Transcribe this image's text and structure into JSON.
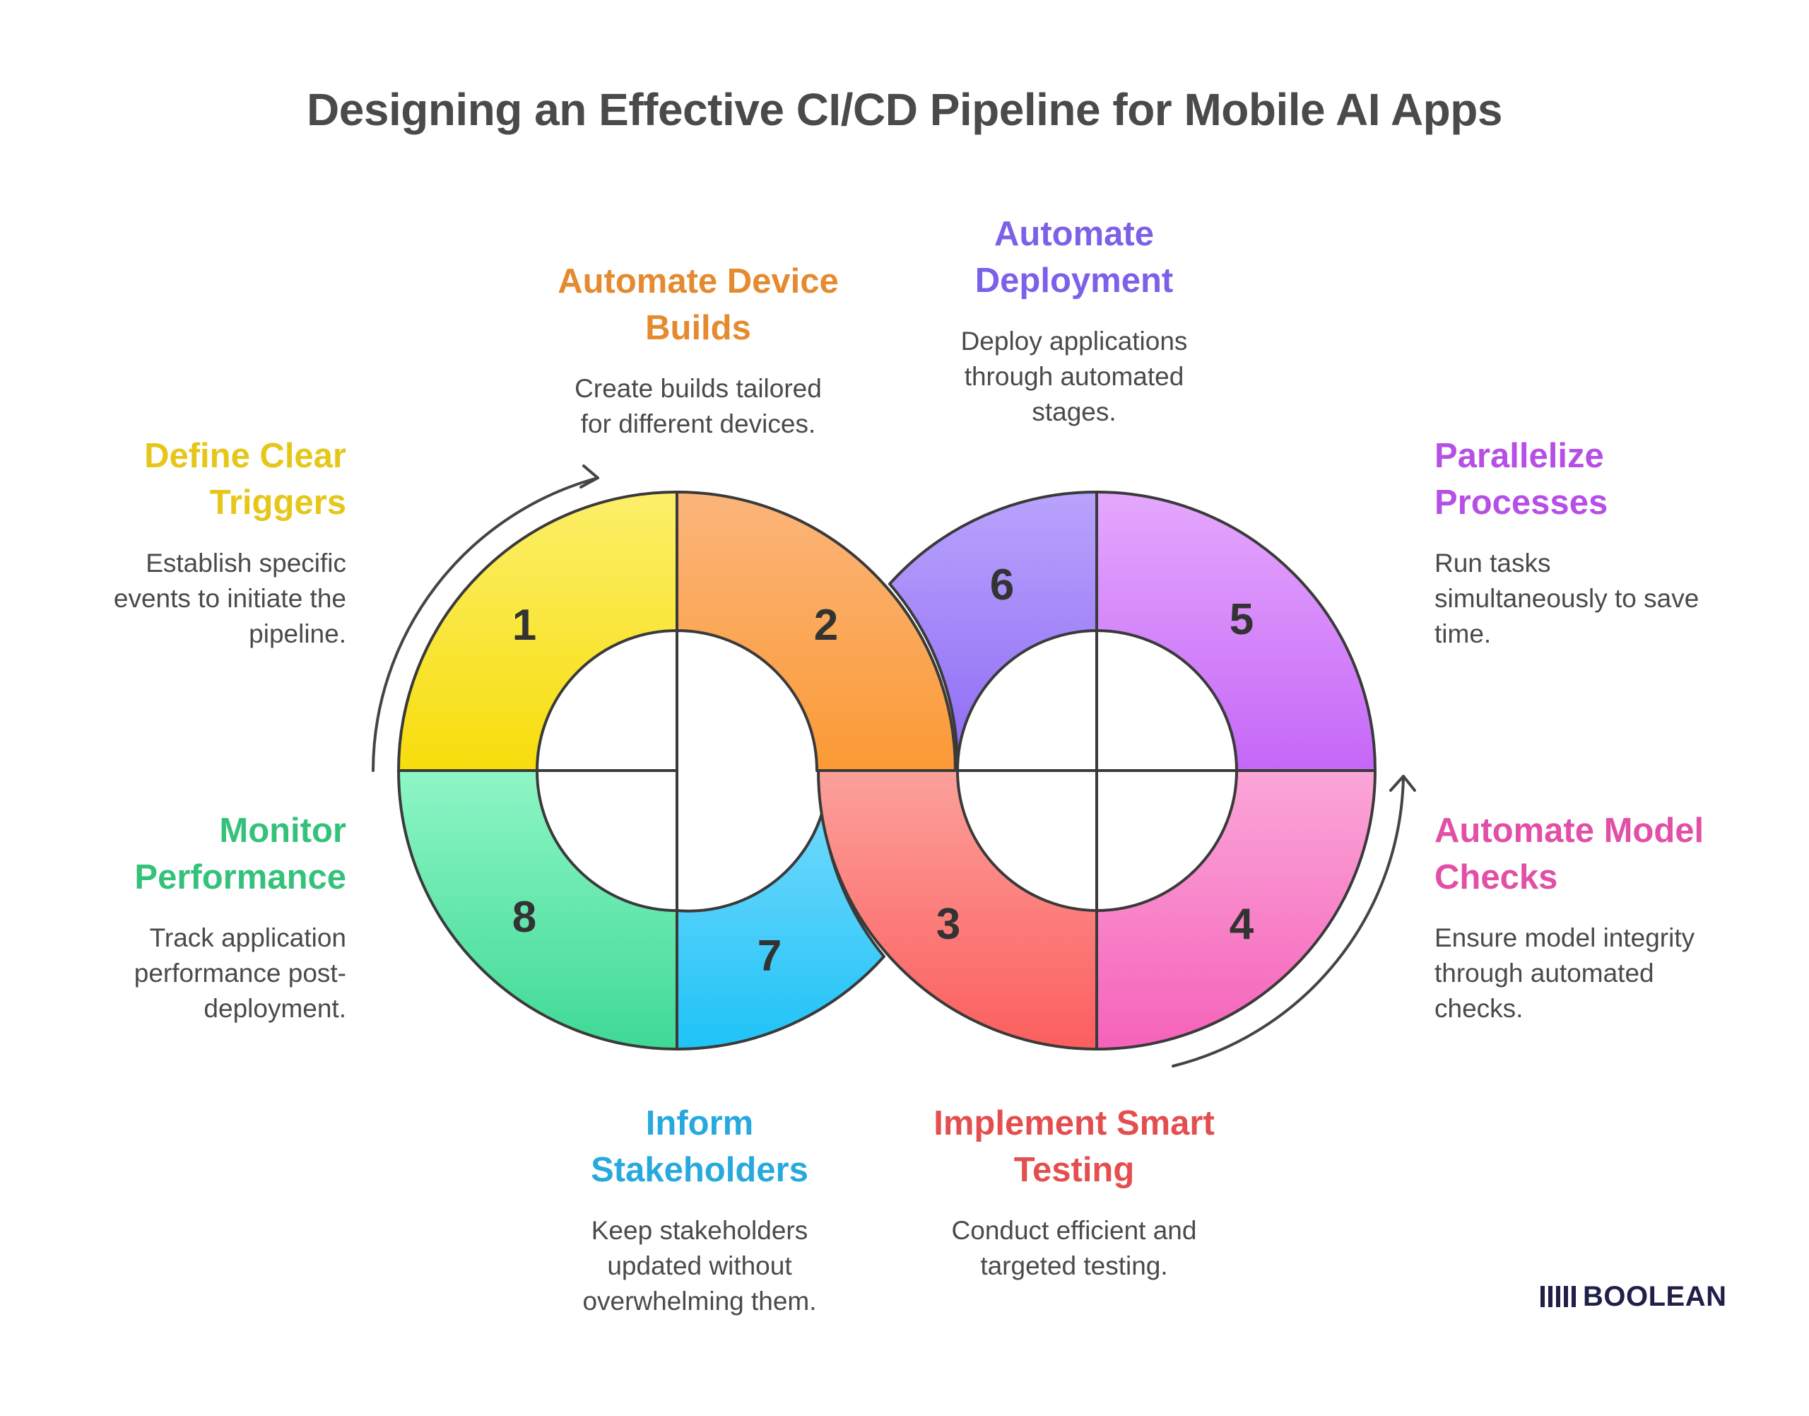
{
  "title": "Designing an Effective CI/CD Pipeline for Mobile AI Apps",
  "steps": [
    {
      "number": "1",
      "heading_line1": "Define Clear",
      "heading_line2": "Triggers",
      "desc_line1": "Establish specific",
      "desc_line2": "events to initiate the",
      "desc_line3": "pipeline.",
      "color": "#e6c619"
    },
    {
      "number": "2",
      "heading_line1": "Automate Device",
      "heading_line2": "Builds",
      "desc_line1": "Create builds tailored",
      "desc_line2": "for different devices.",
      "desc_line3": "",
      "color": "#e58a2e"
    },
    {
      "number": "3",
      "heading_line1": "Implement Smart",
      "heading_line2": "Testing",
      "desc_line1": "Conduct efficient and",
      "desc_line2": "targeted testing.",
      "desc_line3": "",
      "color": "#e34f4f"
    },
    {
      "number": "4",
      "heading_line1": "Automate Model",
      "heading_line2": "Checks",
      "desc_line1": "Ensure model integrity",
      "desc_line2": "through automated",
      "desc_line3": "checks.",
      "color": "#e14fa6"
    },
    {
      "number": "5",
      "heading_line1": "Parallelize",
      "heading_line2": "Processes",
      "desc_line1": "Run tasks",
      "desc_line2": "simultaneously to save",
      "desc_line3": "time.",
      "color": "#b64fe6"
    },
    {
      "number": "6",
      "heading_line1": "Automate",
      "heading_line2": "Deployment",
      "desc_line1": "Deploy applications",
      "desc_line2": "through automated",
      "desc_line3": "stages.",
      "color": "#7b61e8"
    },
    {
      "number": "7",
      "heading_line1": "Inform",
      "heading_line2": "Stakeholders",
      "desc_line1": "Keep stakeholders",
      "desc_line2": "updated without",
      "desc_line3": "overwhelming them.",
      "color": "#27a9de"
    },
    {
      "number": "8",
      "heading_line1": "Monitor",
      "heading_line2": "Performance",
      "desc_line1": "Track application",
      "desc_line2": "performance post-",
      "desc_line3": "deployment.",
      "color": "#34c27a"
    }
  ],
  "logo": {
    "text": "BOOLEAN",
    "icon": "bars-icon",
    "color": "#1f1f4a"
  }
}
